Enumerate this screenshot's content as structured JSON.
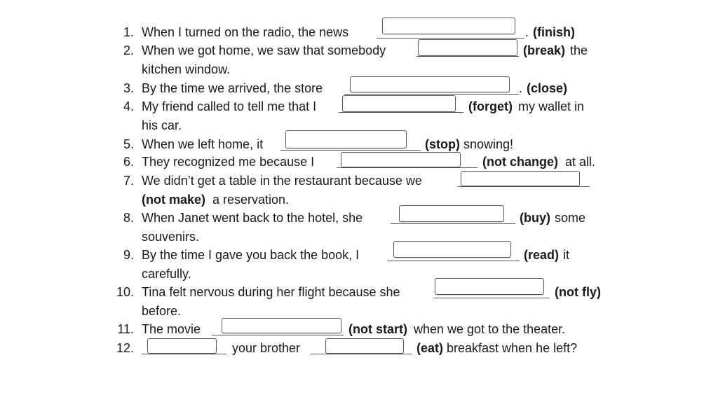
{
  "items": [
    {
      "num": "1.",
      "before": "When I turned on the radio, the news",
      "after_dot": ".",
      "verb": "(finish)"
    },
    {
      "num": "2.",
      "before": "When we got home, we saw that somebody",
      "verb": "(break)",
      "after": " the",
      "cont": "kitchen window."
    },
    {
      "num": "3.",
      "before": "By the time we arrived, the store",
      "after_dot": ".",
      "verb": "(close)"
    },
    {
      "num": "4.",
      "before": "My friend called to tell me that I",
      "verb": "(forget)",
      "after": " my wallet in",
      "cont": "his car."
    },
    {
      "num": "5.",
      "before": "When we left home, it",
      "verb": "(stop)",
      "after": " snowing!"
    },
    {
      "num": "6.",
      "before": "They recognized me because I",
      "verb": "(not change)",
      "after": " at all."
    },
    {
      "num": "7.",
      "before": "We didn’t get a table in the restaurant because we",
      "cont_verb": "(not make)",
      "cont": " a reservation."
    },
    {
      "num": "8.",
      "before": "When Janet went back to the hotel, she",
      "verb": "(buy)",
      "after": " some",
      "cont": "souvenirs."
    },
    {
      "num": "9.",
      "before": "By the time I gave you back the book, I",
      "verb": "(read)",
      "after": " it",
      "cont": "carefully."
    },
    {
      "num": "10.",
      "before": "Tina felt nervous during her flight because she",
      "verb": "(not fly)",
      "cont": "before."
    },
    {
      "num": "11.",
      "before": "The movie",
      "verb": "(not start)",
      "after": " when we got to the theater."
    },
    {
      "num": "12.",
      "middle": "your brother",
      "verb": "(eat)",
      "after": " breakfast when he left?"
    }
  ]
}
